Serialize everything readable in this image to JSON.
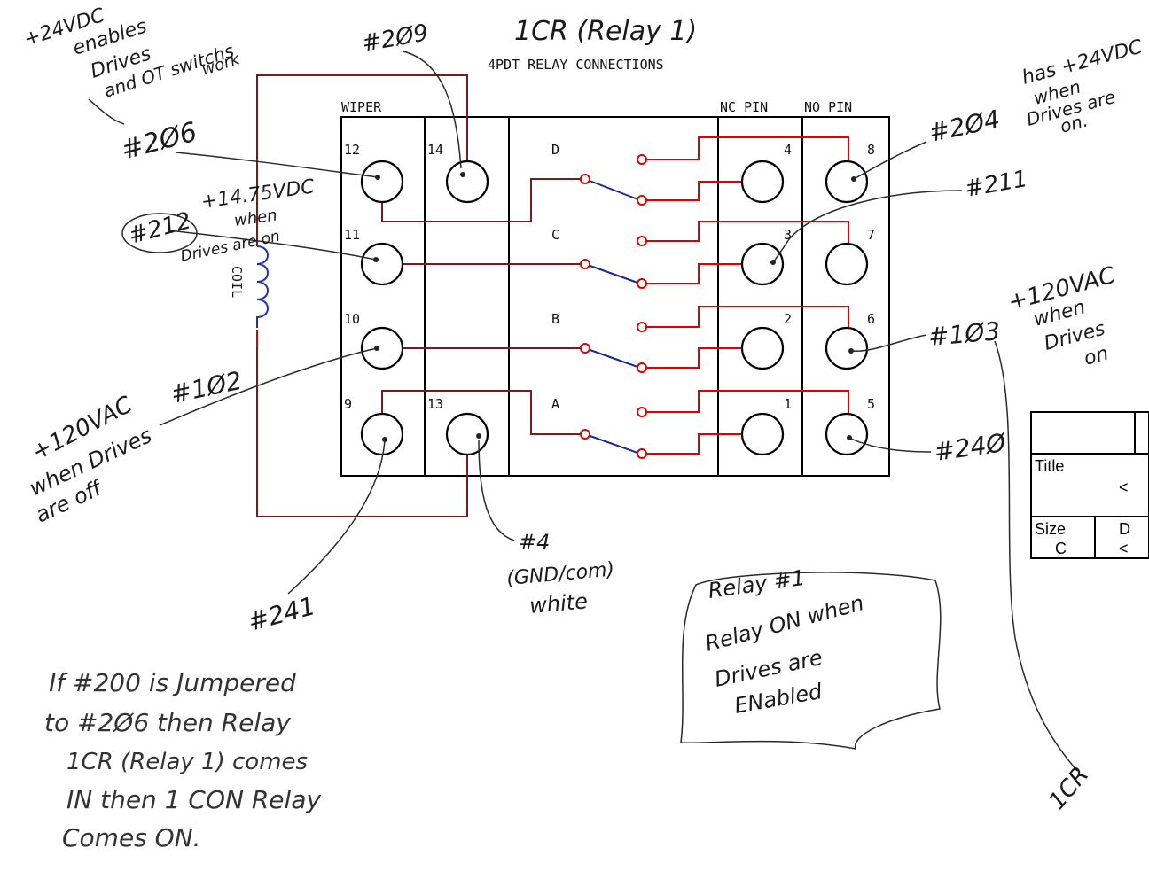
{
  "header": {
    "title": "1CR (Relay 1)",
    "subtitle": "4PDT RELAY CONNECTIONS"
  },
  "columns": {
    "wiper": "WIPER",
    "nc": "NC PIN",
    "no": "NO PIN"
  },
  "pins": {
    "p1": "1",
    "p2": "2",
    "p3": "3",
    "p4": "4",
    "p5": "5",
    "p6": "6",
    "p7": "7",
    "p8": "8",
    "p9": "9",
    "p10": "10",
    "p11": "11",
    "p12": "12",
    "p13": "13",
    "p14": "14"
  },
  "poles": {
    "d": "D",
    "c": "C",
    "b": "B",
    "a": "A"
  },
  "coil_label": "COIL",
  "notes": {
    "n24vdc": [
      "+24VDC",
      "enables",
      "Drives",
      "and OT switchs",
      "work"
    ],
    "w206": "#2Ø6",
    "w209": "#2Ø9",
    "w212": "#212",
    "v1475": [
      "+14.75VDC",
      "when",
      "Drives are on"
    ],
    "w102": "#1Ø2",
    "v120off": [
      "+120VAC",
      "when Drives",
      "are off"
    ],
    "w241": "#241",
    "w4": [
      "#4",
      "(GND/com)",
      "white"
    ],
    "w204": "#2Ø4",
    "has24": [
      "has +24VDC",
      "when",
      "Drives are",
      "on."
    ],
    "w211": "#211",
    "w103": "#1Ø3",
    "v120on": [
      "+120VAC",
      "when",
      "Drives",
      "on"
    ],
    "w240": "#24Ø",
    "relay_note": [
      "Relay #1",
      "Relay ON when",
      "Drives are",
      "ENabled"
    ],
    "bottom_note": [
      "If #200 is Jumpered",
      "to #2Ø6 then Relay",
      "1CR (Relay 1) comes",
      "IN then 1 CON Relay",
      "Comes ON."
    ],
    "rcr": "1CR"
  },
  "title_block": {
    "title_label": "Title",
    "title_value": "<",
    "size_label": "Size",
    "size_value": "C",
    "d_label": "D",
    "d_value": "<"
  }
}
